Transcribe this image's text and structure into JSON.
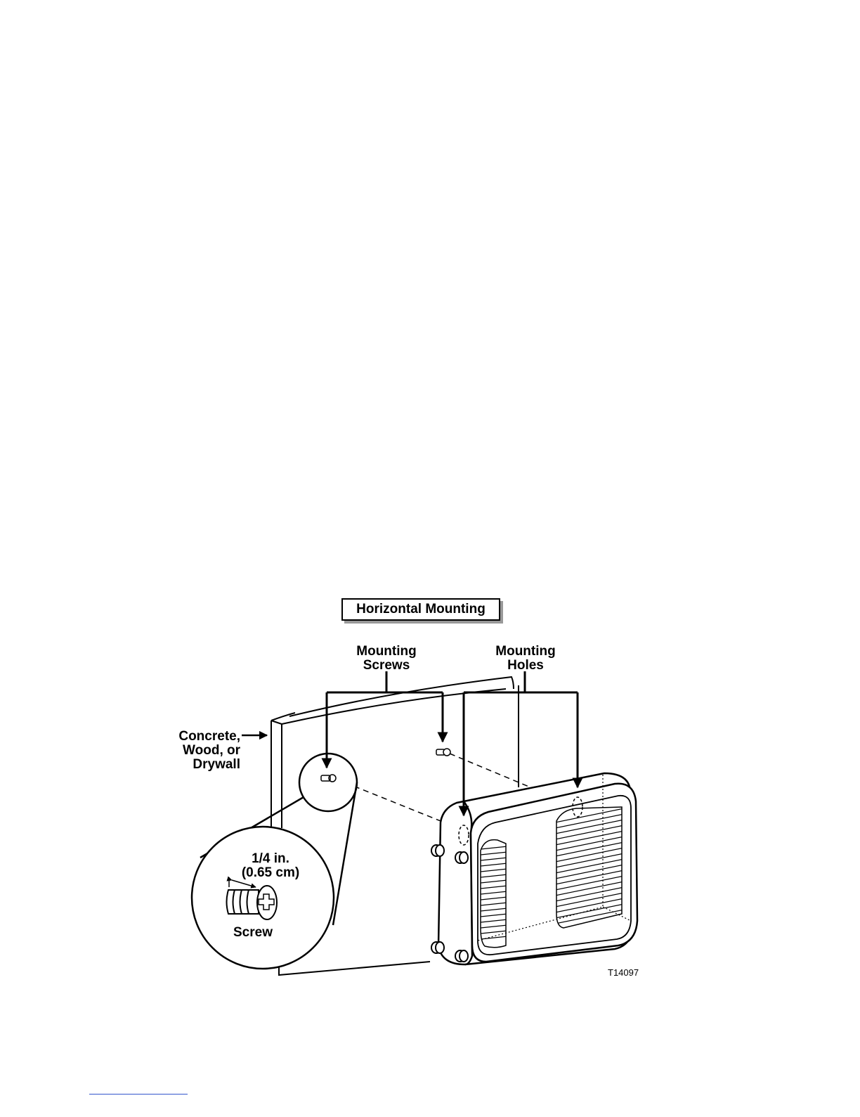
{
  "title": "Horizontal Mounting",
  "labels": {
    "mounting_screws": [
      "Mounting",
      "Screws"
    ],
    "mounting_holes": [
      "Mounting",
      "Holes"
    ],
    "surface": [
      "Concrete,",
      "Wood, or",
      "Drywall"
    ],
    "screw_size": [
      "1/4 in.",
      "(0.65 cm)"
    ],
    "screw": "Screw"
  },
  "figure_code": "T14097"
}
